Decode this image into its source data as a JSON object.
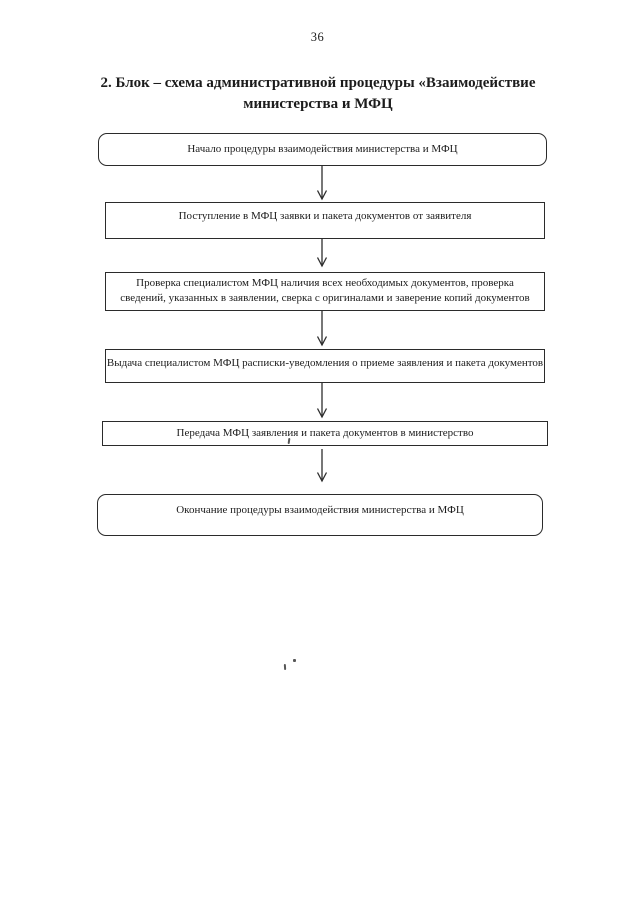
{
  "page": {
    "number": "36"
  },
  "title": {
    "line1": "2. Блок – схема административной процедуры «Взаимодействие",
    "line2": "министерства и МФЦ"
  },
  "flowchart": {
    "nodes": [
      {
        "id": "start",
        "shape": "rounded",
        "label": "Начало процедуры взаимодействия министерства и МФЦ"
      },
      {
        "id": "step-1",
        "shape": "rect",
        "label": "Поступление в МФЦ заявки и пакета документов от заявителя"
      },
      {
        "id": "step-2",
        "shape": "rect",
        "label": "Проверка специалистом МФЦ наличия всех необходимых документов, проверка сведений, указанных в заявлении, сверка с оригиналами и  заверение копий документов"
      },
      {
        "id": "step-3",
        "shape": "rect",
        "label": "Выдача специалистом МФЦ расписки-уведомления о приеме заявления и  пакета документов"
      },
      {
        "id": "step-4",
        "shape": "rect",
        "label": "Передача МФЦ заявления и пакета документов в министерство"
      },
      {
        "id": "end",
        "shape": "rounded",
        "label": "Окончание  процедуры взаимодействия министерства и МФЦ"
      }
    ],
    "connector_color": "#2e2e2e",
    "border_color": "#2b2b2b",
    "background_color": "#ffffff",
    "text_color": "#1c1c1c"
  }
}
